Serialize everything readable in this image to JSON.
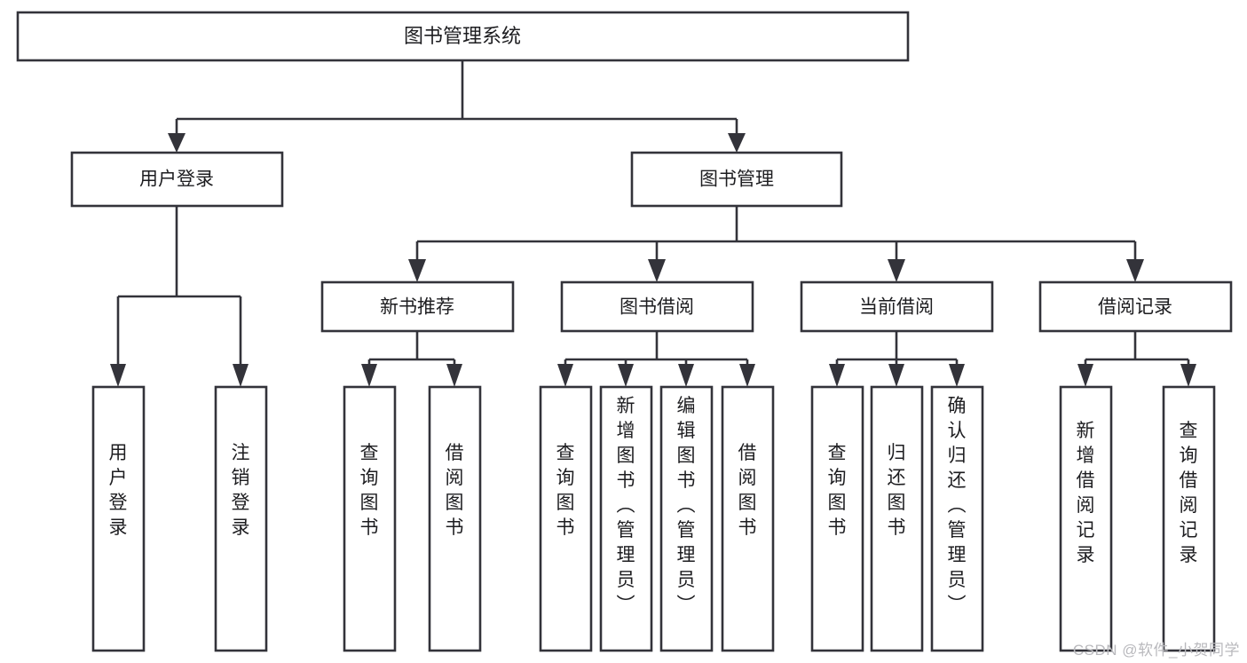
{
  "diagram": {
    "type": "tree-hierarchy-chart",
    "title": "图书管理系统",
    "watermark": "CSDN @软件_小贺同学",
    "styles": {
      "box_fill": "#ffffff",
      "box_stroke": "#33333a",
      "text_color": "#1d1d20",
      "watermark_color": "#b9b9bd",
      "background": "#ffffff"
    },
    "levels": [
      {
        "level": 1,
        "nodes": [
          {
            "id": "root",
            "label": "图书管理系统",
            "orientation": "horizontal"
          }
        ]
      },
      {
        "level": 2,
        "nodes": [
          {
            "id": "login",
            "label": "用户登录",
            "orientation": "horizontal",
            "parent": "root"
          },
          {
            "id": "bookmgmt",
            "label": "图书管理",
            "orientation": "horizontal",
            "parent": "root"
          }
        ]
      },
      {
        "level": 3,
        "nodes": [
          {
            "id": "newbook",
            "label": "新书推荐",
            "orientation": "horizontal",
            "parent": "bookmgmt"
          },
          {
            "id": "borrow",
            "label": "图书借阅",
            "orientation": "horizontal",
            "parent": "bookmgmt"
          },
          {
            "id": "current",
            "label": "当前借阅",
            "orientation": "horizontal",
            "parent": "bookmgmt"
          },
          {
            "id": "records",
            "label": "借阅记录",
            "orientation": "horizontal",
            "parent": "bookmgmt"
          }
        ]
      },
      {
        "level": 4,
        "nodes": [
          {
            "id": "leaf-user-login",
            "label": "用户登录",
            "orientation": "vertical",
            "parent": "login"
          },
          {
            "id": "leaf-user-logout",
            "label": "注销登录",
            "orientation": "vertical",
            "parent": "login"
          },
          {
            "id": "leaf-query-book-1",
            "label": "查询图书",
            "orientation": "vertical",
            "parent": "newbook"
          },
          {
            "id": "leaf-borrow-book-1",
            "label": "借阅图书",
            "orientation": "vertical",
            "parent": "newbook"
          },
          {
            "id": "leaf-query-book-2",
            "label": "查询图书",
            "orientation": "vertical",
            "parent": "borrow"
          },
          {
            "id": "leaf-add-book",
            "label": "新增图书（管理员）",
            "orientation": "vertical",
            "parent": "borrow"
          },
          {
            "id": "leaf-edit-book",
            "label": "编辑图书（管理员）",
            "orientation": "vertical",
            "parent": "borrow"
          },
          {
            "id": "leaf-borrow-book-2",
            "label": "借阅图书",
            "orientation": "vertical",
            "parent": "borrow"
          },
          {
            "id": "leaf-query-book-3",
            "label": "查询图书",
            "orientation": "vertical",
            "parent": "current"
          },
          {
            "id": "leaf-return-book",
            "label": "归还图书",
            "orientation": "vertical",
            "parent": "current"
          },
          {
            "id": "leaf-confirm-return",
            "label": "确认归还（管理员）",
            "orientation": "vertical",
            "parent": "current"
          },
          {
            "id": "leaf-add-record",
            "label": "新增借阅记录",
            "orientation": "vertical",
            "parent": "records"
          },
          {
            "id": "leaf-query-record",
            "label": "查询借阅记录",
            "orientation": "vertical",
            "parent": "records"
          }
        ]
      }
    ]
  }
}
